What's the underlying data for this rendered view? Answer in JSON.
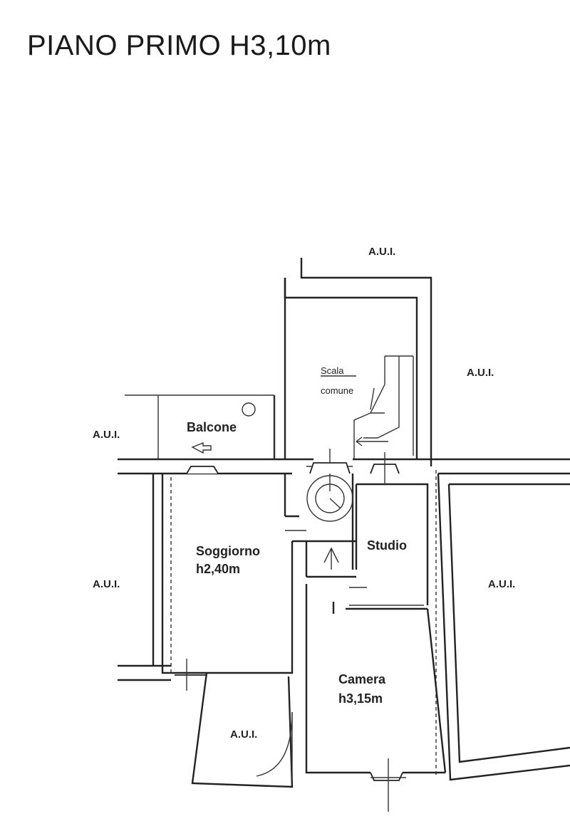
{
  "title": "PIANO PRIMO H3,10m",
  "rooms": {
    "balcone": "Balcone",
    "soggiorno": "Soggiorno",
    "soggiorno_h": "h2,40m",
    "studio": "Studio",
    "camera": "Camera",
    "camera_h": "h3,15m"
  },
  "scala": {
    "line1": "Scala",
    "line2": "comune"
  },
  "aui": {
    "top": "A.U.I.",
    "right_upper": "A.U.I.",
    "left_upper": "A.U.I.",
    "left_middle": "A.U.I.",
    "right_middle": "A.U.I.",
    "bottom": "A.U.I."
  }
}
